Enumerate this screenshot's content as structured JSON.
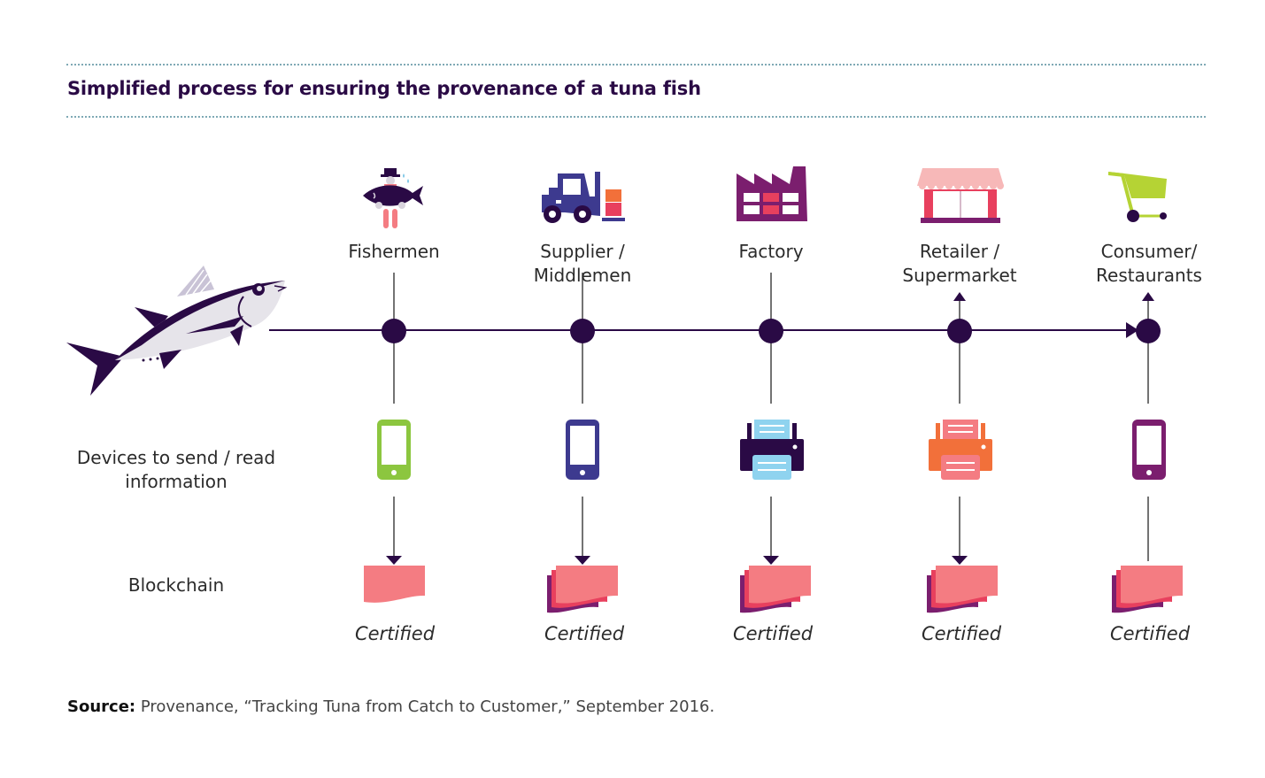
{
  "title": "Simplified process for ensuring the provenance of a tuna fish",
  "colors": {
    "title": "#2a0a45",
    "timeline": "#2a0a45",
    "rule": "#7fa9b5",
    "block_front": "#f47c82",
    "block_mid": "#e8405e",
    "block_back": "#7b1e6e"
  },
  "start_icon": "tuna-fish-icon",
  "row_labels": {
    "devices": "Devices to send / read information",
    "devices_line1": "Devices to send / read",
    "devices_line2": "information",
    "blockchain": "Blockchain"
  },
  "stages": [
    {
      "id": "fishermen",
      "label_line1": "Fishermen",
      "label_line2": "",
      "icon": "fisherman-icon",
      "device": "smartphone-icon",
      "device_color": "#8cc63f",
      "certified": "Certified",
      "upward_arrow": false,
      "down_arrow": true,
      "block_layers": 1
    },
    {
      "id": "supplier",
      "label_line1": "Supplier /",
      "label_line2": "Middlemen",
      "icon": "forklift-icon",
      "device": "smartphone-icon",
      "device_color": "#3d3a8f",
      "certified": "Certified",
      "upward_arrow": false,
      "down_arrow": true,
      "block_layers": 3
    },
    {
      "id": "factory",
      "label_line1": "Factory",
      "label_line2": "",
      "icon": "factory-icon",
      "device": "printer-icon",
      "device_color": "#2a0a45",
      "certified": "Certified",
      "upward_arrow": false,
      "down_arrow": true,
      "block_layers": 3
    },
    {
      "id": "retailer",
      "label_line1": "Retailer /",
      "label_line2": "Supermarket",
      "icon": "store-icon",
      "device": "printer-icon",
      "device_color": "#f2703a",
      "certified": "Certified",
      "upward_arrow": true,
      "down_arrow": true,
      "block_layers": 3
    },
    {
      "id": "consumer",
      "label_line1": "Consumer/",
      "label_line2": "Restaurants",
      "icon": "shopping-cart-icon",
      "device": "smartphone-icon",
      "device_color": "#7b1e6e",
      "certified": "Certified",
      "upward_arrow": true,
      "down_arrow": false,
      "block_layers": 3
    }
  ],
  "source": {
    "label": "Source:",
    "text": " Provenance, “Tracking Tuna from Catch to Customer,” September 2016."
  }
}
